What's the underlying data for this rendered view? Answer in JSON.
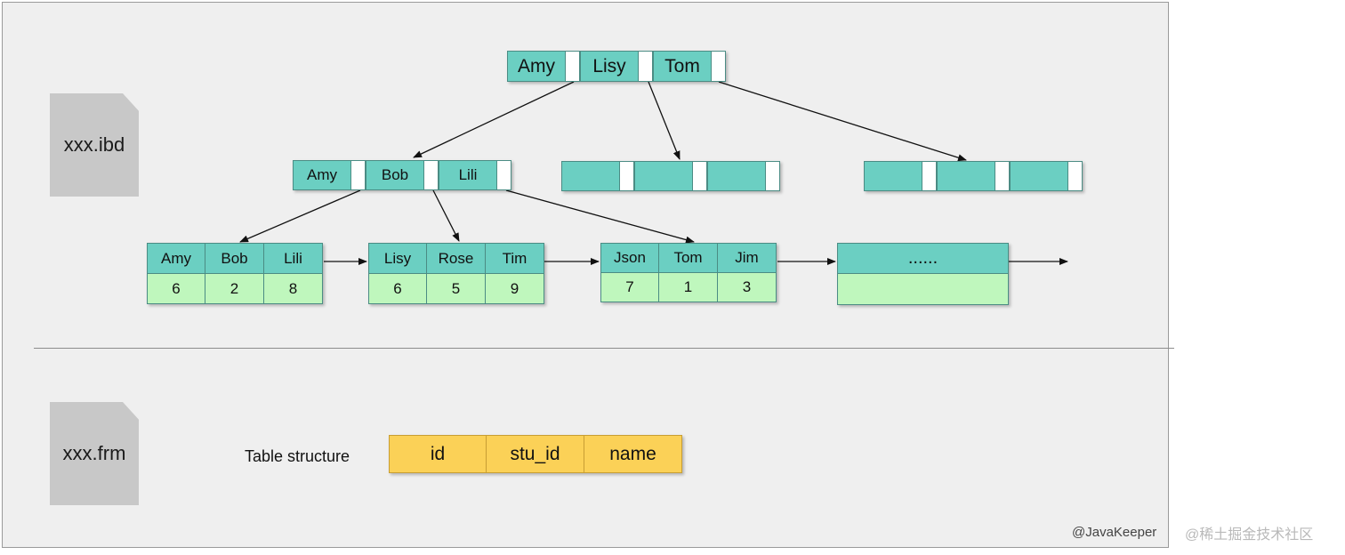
{
  "files": {
    "ibd": "xxx.ibd",
    "frm": "xxx.frm"
  },
  "root_node": {
    "keys": [
      "Amy",
      "Lisy",
      "Tom"
    ]
  },
  "internal_node": {
    "keys": [
      "Amy",
      "Bob",
      "Lili"
    ]
  },
  "leaves": [
    {
      "keys": [
        "Amy",
        "Bob",
        "Lili"
      ],
      "values": [
        "6",
        "2",
        "8"
      ]
    },
    {
      "keys": [
        "Lisy",
        "Rose",
        "Tim"
      ],
      "values": [
        "6",
        "5",
        "9"
      ]
    },
    {
      "keys": [
        "Json",
        "Tom",
        "Jim"
      ],
      "values": [
        "7",
        "1",
        "3"
      ]
    },
    {
      "keys": [
        "......"
      ],
      "values": [
        ""
      ]
    }
  ],
  "table_structure": {
    "label": "Table structure",
    "columns": [
      "id",
      "stu_id",
      "name"
    ]
  },
  "watermarks": {
    "author": "@JavaKeeper",
    "site": "@稀土掘金技术社区"
  },
  "colors": {
    "key_fill": "#6bcfc2",
    "value_fill": "#bff7bd",
    "column_fill": "#fbd157",
    "file_icon": "#c8c8c8"
  }
}
